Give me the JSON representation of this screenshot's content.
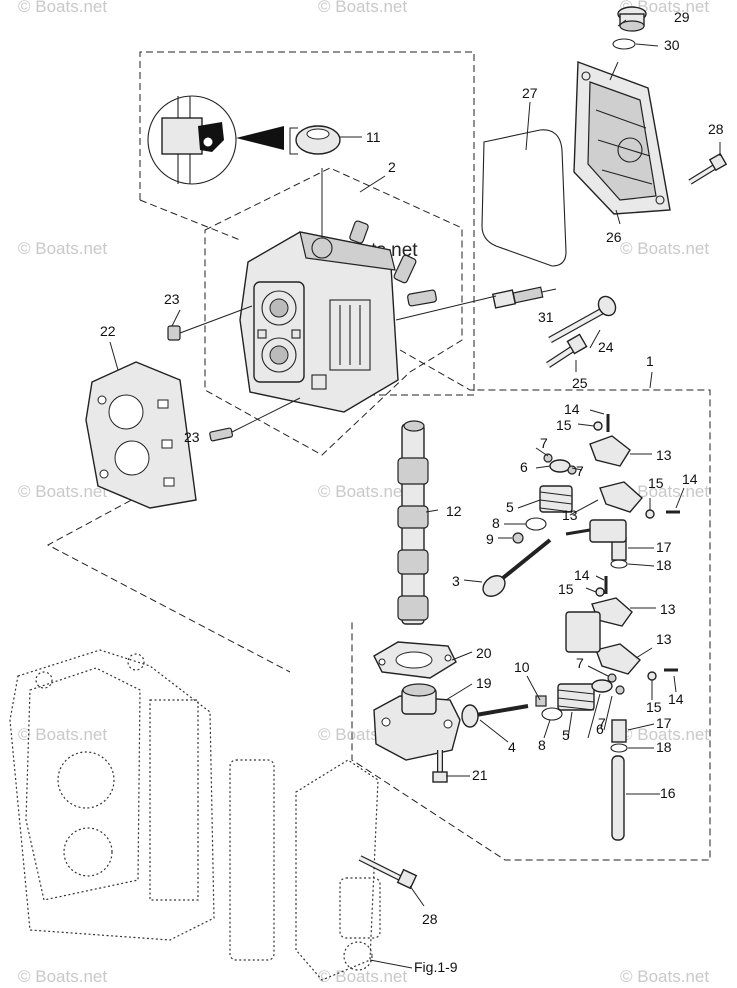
{
  "watermark": {
    "text": "© Boats.net",
    "main_text": "© Boats.net"
  },
  "figure_label": "Fig.1-9",
  "callouts": {
    "c1": "1",
    "c2": "2",
    "c3": "3",
    "c4": "4",
    "c5a": "5",
    "c5b": "5",
    "c6a": "6",
    "c6b": "6",
    "c7a": "7",
    "c7b": "7",
    "c7c": "7",
    "c7d": "7",
    "c8a": "8",
    "c8b": "8",
    "c9": "9",
    "c10": "10",
    "c11": "11",
    "c12": "12",
    "c13a": "13",
    "c13b": "13",
    "c13c": "13",
    "c13d": "13",
    "c14a": "14",
    "c14b": "14",
    "c14c": "14",
    "c14d": "14",
    "c15a": "15",
    "c15b": "15",
    "c15c": "15",
    "c15d": "15",
    "c16": "16",
    "c17a": "17",
    "c17b": "17",
    "c18a": "18",
    "c18b": "18",
    "c19": "19",
    "c20": "20",
    "c21": "21",
    "c22": "22",
    "c23a": "23",
    "c23b": "23",
    "c24": "24",
    "c25": "25",
    "c26": "26",
    "c27": "27",
    "c28a": "28",
    "c28b": "28",
    "c29": "29",
    "c30": "30",
    "c31": "31"
  }
}
